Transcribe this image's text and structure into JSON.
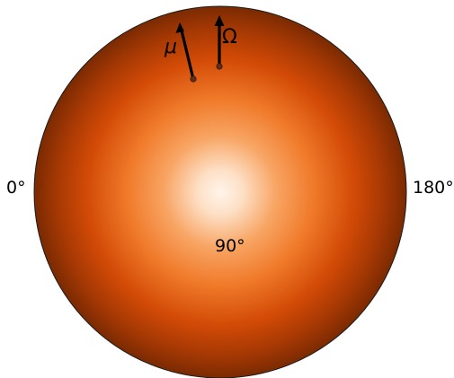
{
  "labels": {
    "left": "0°",
    "right": "180°",
    "center": "90°"
  },
  "vectors": {
    "mu": {
      "label": "μ"
    },
    "omega": {
      "label": "Ω"
    }
  },
  "colors": {
    "disk_center": "#fff4ea",
    "disk_mid": "#f07a2a",
    "disk_outer": "#d24a06",
    "disk_edge": "#7a2a02",
    "outline": "#1a1a1a",
    "arrow": "#000000",
    "arrow_base": "#6a2a10"
  }
}
